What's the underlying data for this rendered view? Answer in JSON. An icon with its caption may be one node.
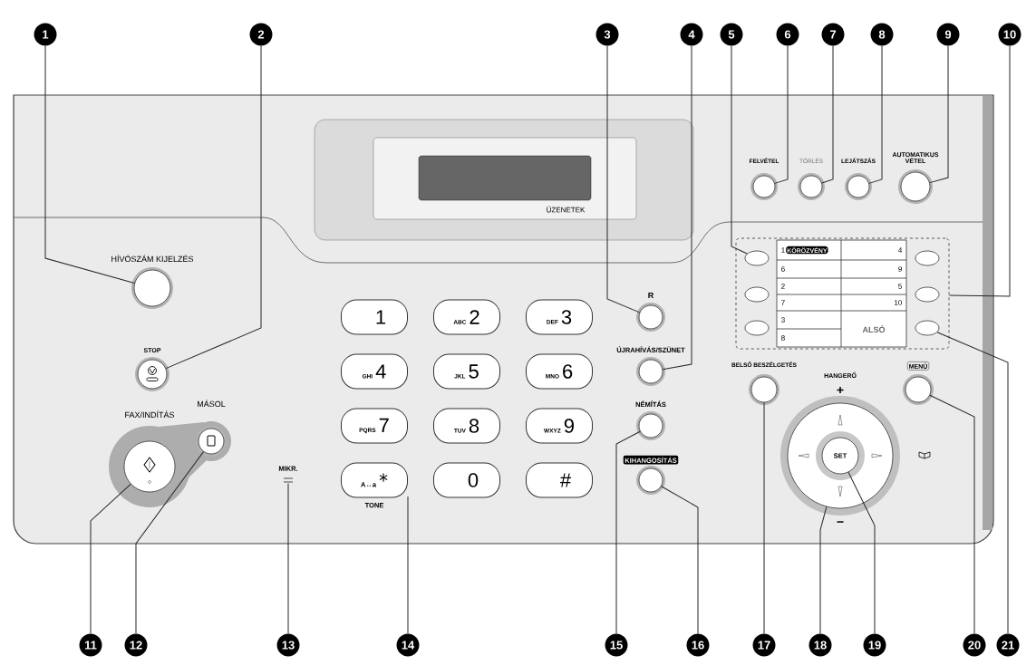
{
  "diagram": {
    "nodes": [
      {
        "text": [
          "1"
        ]
      },
      {
        "text": [
          "2"
        ]
      },
      {
        "text": [
          "3"
        ]
      },
      {
        "text": [
          "4"
        ]
      },
      {
        "text": [
          "5"
        ]
      },
      {
        "text": [
          "6"
        ]
      },
      {
        "text": [
          "7"
        ]
      },
      {
        "text": [
          "8"
        ]
      },
      {
        "text": [
          "9"
        ]
      },
      {
        "text": [
          "10"
        ]
      },
      {
        "text": [
          "11"
        ]
      },
      {
        "text": [
          "12"
        ]
      },
      {
        "text": [
          "13"
        ]
      },
      {
        "text": [
          "14"
        ]
      },
      {
        "text": [
          "15"
        ]
      },
      {
        "text": [
          "16"
        ]
      },
      {
        "text": [
          "17"
        ]
      },
      {
        "text": [
          "18"
        ]
      },
      {
        "text": [
          "19"
        ]
      },
      {
        "text": [
          "20"
        ]
      },
      {
        "text": [
          "21"
        ]
      },
      {
        "text": [
          "HÍVÓSZÁM KIJELZÉS"
        ]
      },
      {
        "text": [
          "STOP"
        ]
      },
      {
        "text": [
          "R"
        ]
      },
      {
        "text": [
          "ÚJRAHÍVÁS/SZÜNET"
        ]
      },
      {
        "text": [],
        "shape": "circle",
        "in": 30
      },
      {
        "text": [
          "FELVÉTEL"
        ]
      },
      {
        "text": [
          "TÖRLÉS"
        ]
      },
      {
        "text": [
          "LEJÁTSZÁS"
        ]
      },
      {
        "text": [
          "AUTOMATIKUS VÉTEL"
        ]
      },
      {
        "text": [],
        "shape": "box"
      },
      {
        "text": [
          "FAX/INDÍTÁS"
        ]
      },
      {
        "text": [
          "MÁSOL"
        ]
      },
      {
        "text": [
          "MIKR."
        ]
      },
      {
        "text": [
          "A↔a",
          "*",
          "TONE"
        ]
      },
      {
        "text": [
          "NÉMÍTÁS"
        ]
      },
      {
        "text": [
          "KIHANGOSÍTÁS"
        ]
      },
      {
        "text": [
          "BELSŐ BESZÉLGETÉS"
        ]
      },
      {
        "text": [
          "HANGERŐ"
        ]
      },
      {
        "text": [
          "SET"
        ],
        "in": 38
      },
      {
        "text": [
          "MENÜ"
        ]
      },
      {
        "text": [],
        "shape": "circle",
        "in": 30
      },
      {
        "text": [],
        "shape": "circle",
        "in": 30
      },
      {
        "text": [],
        "shape": "circle",
        "in": 30
      },
      {
        "text": [],
        "shape": "circle",
        "in": 30
      },
      {
        "text": [],
        "shape": "circle",
        "in": 30
      }
    ],
    "edges": [
      {
        "from": 0,
        "to": 21,
        "arrow": "none"
      },
      {
        "from": 1,
        "to": 22,
        "arrow": "none"
      },
      {
        "from": 2,
        "to": 23,
        "arrow": "none"
      },
      {
        "from": 3,
        "to": 24,
        "arrow": "none"
      },
      {
        "from": 4,
        "to": 25,
        "arrow": "none"
      },
      {
        "from": 5,
        "to": 26,
        "arrow": "none"
      },
      {
        "from": 6,
        "to": 27,
        "arrow": "none"
      },
      {
        "from": 7,
        "to": 28,
        "arrow": "none"
      },
      {
        "from": 8,
        "to": 29,
        "arrow": "none"
      },
      {
        "from": 9,
        "to": 30,
        "arrow": "none"
      },
      {
        "from": 10,
        "to": 31,
        "arrow": "none"
      },
      {
        "from": 11,
        "to": 32,
        "arrow": "none"
      },
      {
        "from": 12,
        "to": 33,
        "arrow": "none"
      },
      {
        "from": 13,
        "to": 34,
        "arrow": "none"
      },
      {
        "from": 14,
        "to": 35,
        "arrow": "none"
      },
      {
        "from": 15,
        "to": 36,
        "arrow": "none"
      },
      {
        "from": 16,
        "to": 37,
        "arrow": "none"
      },
      {
        "from": 17,
        "to": 38,
        "arrow": "none"
      },
      {
        "from": 18,
        "to": 39,
        "arrow": "none"
      },
      {
        "from": 19,
        "to": 40,
        "arrow": "none"
      },
      {
        "from": 20,
        "to": 41,
        "arrow": "none"
      }
    ],
    "labels": [
      "ÜZENETEK",
      "1",
      "KÖRÖZVÉNY",
      "4",
      "6",
      "9",
      "2",
      "5",
      "7",
      "10",
      "3",
      "ALSÓ",
      "8",
      "1",
      "ABC",
      "2",
      "DEF",
      "3",
      "GHI",
      "4",
      "JKL",
      "5",
      "MNO",
      "6",
      "PQRS",
      "7",
      "TUV",
      "8",
      "WXYZ",
      "9",
      "0",
      "#",
      "+",
      "−"
    ]
  }
}
